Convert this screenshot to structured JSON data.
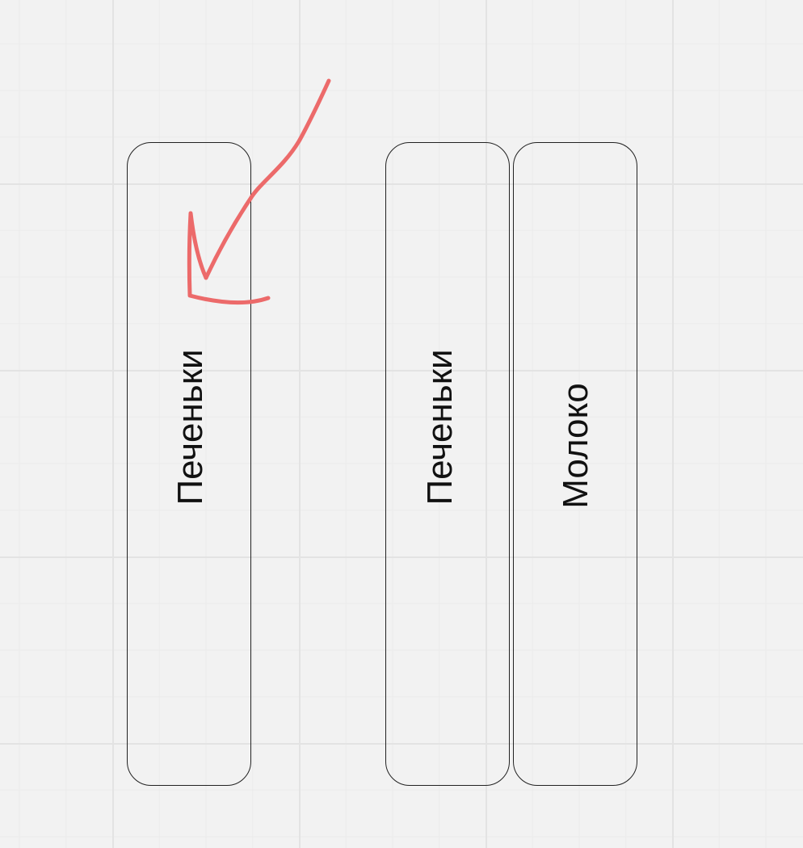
{
  "cards": [
    {
      "label": "Печеньки"
    },
    {
      "label": "Печеньки"
    },
    {
      "label": "Молоко"
    }
  ],
  "colors": {
    "background": "#f2f2f2",
    "grid_line": "#e3e3e3",
    "card_border": "#222222",
    "text": "#111111",
    "arrow": "#ec6a6a"
  }
}
